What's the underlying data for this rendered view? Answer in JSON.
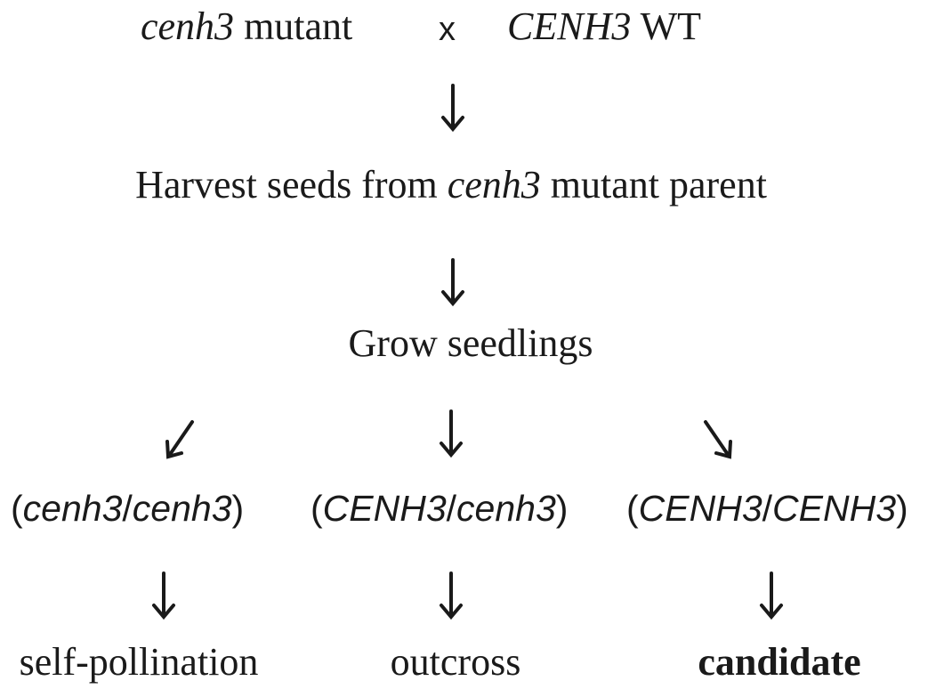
{
  "cross": {
    "left_italic": "cenh3",
    "left_rest": " mutant",
    "cross_symbol": "x",
    "right_italic": "CENH3",
    "right_rest": " WT"
  },
  "step1": {
    "text_before": "Harvest seeds from ",
    "text_italic": "cenh3",
    "text_after": " mutant parent"
  },
  "step2": {
    "text": "Grow seedlings"
  },
  "genotypes": [
    {
      "open": "(",
      "a": "cenh3",
      "slash": "/",
      "b": "cenh3",
      "close": ")"
    },
    {
      "open": "(",
      "a": "CENH3",
      "slash": "/",
      "b": "cenh3",
      "close": ")"
    },
    {
      "open": "(",
      "a": "CENH3",
      "slash": "/",
      "b": "CENH3",
      "close": ")"
    }
  ],
  "outcomes": [
    {
      "label": "self-pollination"
    },
    {
      "label": "outcross"
    },
    {
      "label": "candidate"
    }
  ]
}
